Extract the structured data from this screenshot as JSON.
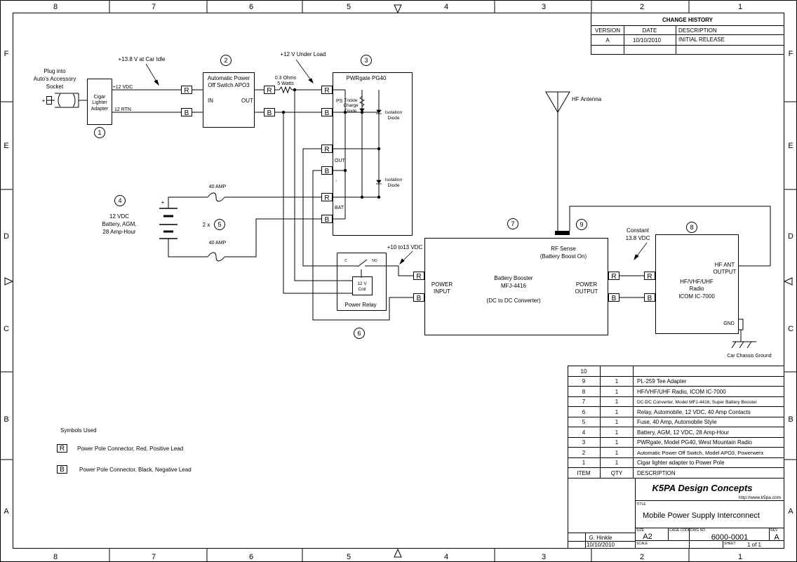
{
  "border": {
    "columns": [
      "8",
      "7",
      "6",
      "5",
      "4",
      "3",
      "2",
      "1"
    ],
    "rows": [
      "F",
      "E",
      "D",
      "C",
      "B",
      "A"
    ]
  },
  "change_history": {
    "title": "CHANGE HISTORY",
    "headers": [
      "VERSION",
      "DATE",
      "DESCRIPTION"
    ],
    "rows": [
      [
        "A",
        "10/10/2010",
        "INITIAL RELEASE"
      ]
    ]
  },
  "labels": {
    "plug": [
      "Plug into",
      "Auto's Accessory",
      "Socket"
    ],
    "plus": "+",
    "cigar": [
      "Cigar",
      "Lighter",
      "Adapter"
    ],
    "vdc12": "+12 VDC",
    "rtn12": "12 RTN",
    "car_idle": "+13.8 V at Car Idle",
    "apo3": [
      "Automatic Power",
      "Off Switch APO3"
    ],
    "in": "IN",
    "out": "OUT",
    "under_load": "+12 V Under Load",
    "resistor": [
      "0.3 Ohms",
      "5 Watts"
    ],
    "pwrgate": "PWRgate PG40",
    "ps": "PS",
    "trickle": [
      "Trickle",
      "Charge",
      "Diode"
    ],
    "isolation": [
      "Isolation",
      "Diode"
    ],
    "pg_out": "OUT",
    "pg_bat": "BAT",
    "minus": "-",
    "hf_antenna": "HF Antenna",
    "battery": [
      "12 VDC",
      "Battery, AGM,",
      "28 Amp-Hour"
    ],
    "two_x": "2 x",
    "fuse": "40 AMP",
    "range": "+10 to13 VDC",
    "relay_c": "C",
    "relay_no": "NO",
    "coil": [
      "12 V",
      "Coil"
    ],
    "power_relay": "Power Relay",
    "power_input": [
      "POWER",
      "INPUT"
    ],
    "booster": [
      "Battery Booster",
      "MFJ-4416"
    ],
    "dc_dc": "(DC to DC Converter)",
    "rf_sense": [
      "RF Sense",
      "(Battery Boost On)"
    ],
    "power_output": [
      "POWER",
      "OUTPUT"
    ],
    "constant": [
      "Constant",
      "13.8 VDC"
    ],
    "radio": [
      "HF/VHF/UHF",
      "Radio",
      "ICOM IC-7000"
    ],
    "hf_ant_output": [
      "HF ANT",
      "OUTPUT"
    ],
    "gnd": "GND",
    "chassis": "Car Chassis Ground",
    "connector_r": "R",
    "connector_b": "B"
  },
  "callouts": [
    "1",
    "2",
    "3",
    "4",
    "5",
    "6",
    "7",
    "8",
    "9"
  ],
  "symbols": {
    "title": "Symbols Used",
    "red": "Power Pole Connector, Red, Positive Lead",
    "black": "Power Pole Connector, Black, Negative Lead"
  },
  "bom": {
    "headers": [
      "ITEM",
      "QTY",
      "DESCRIPTION"
    ],
    "rows": [
      [
        "10",
        "",
        ""
      ],
      [
        "9",
        "1",
        "PL-259 Tee Adapter"
      ],
      [
        "8",
        "1",
        "HF/VHF/UHF Radio, ICOM IC-7000"
      ],
      [
        "7",
        "1",
        "DC-DC Converter, Model MFJ-4416, Super Battery Booster"
      ],
      [
        "6",
        "1",
        "Relay, Automobile, 12 VDC, 40 Amp Contacts"
      ],
      [
        "5",
        "1",
        "Fuse, 40 Amp, Automobile Style"
      ],
      [
        "4",
        "1",
        "Battery, AGM, 12 VDC, 28 Amp-Hour"
      ],
      [
        "3",
        "1",
        "PWRgate, Model PG40, West Mountain Radio"
      ],
      [
        "2",
        "1",
        "Automatic Power Off Switch, Model APO3, Powerwerx"
      ],
      [
        "1",
        "1",
        "Cigar lighter adapter to Power Pole"
      ]
    ]
  },
  "title_block": {
    "company": "K5PA Design Concepts",
    "url": "http://www.k5pa.com",
    "title_label": "TITLE",
    "title": "Mobile Power Supply Interconnect",
    "drawn_by": "G. Hinkle",
    "date": "10/10/2010",
    "size_label": "SIZE",
    "size": "A2",
    "cage_label": "CAGE CODE",
    "dwg_label": "DWG NO",
    "dwg_no": "6000-0001",
    "rev_label": "REV",
    "rev": "A",
    "scale_label": "SCALE",
    "sheet_label": "SHEET",
    "sheet": "1 of 1"
  }
}
